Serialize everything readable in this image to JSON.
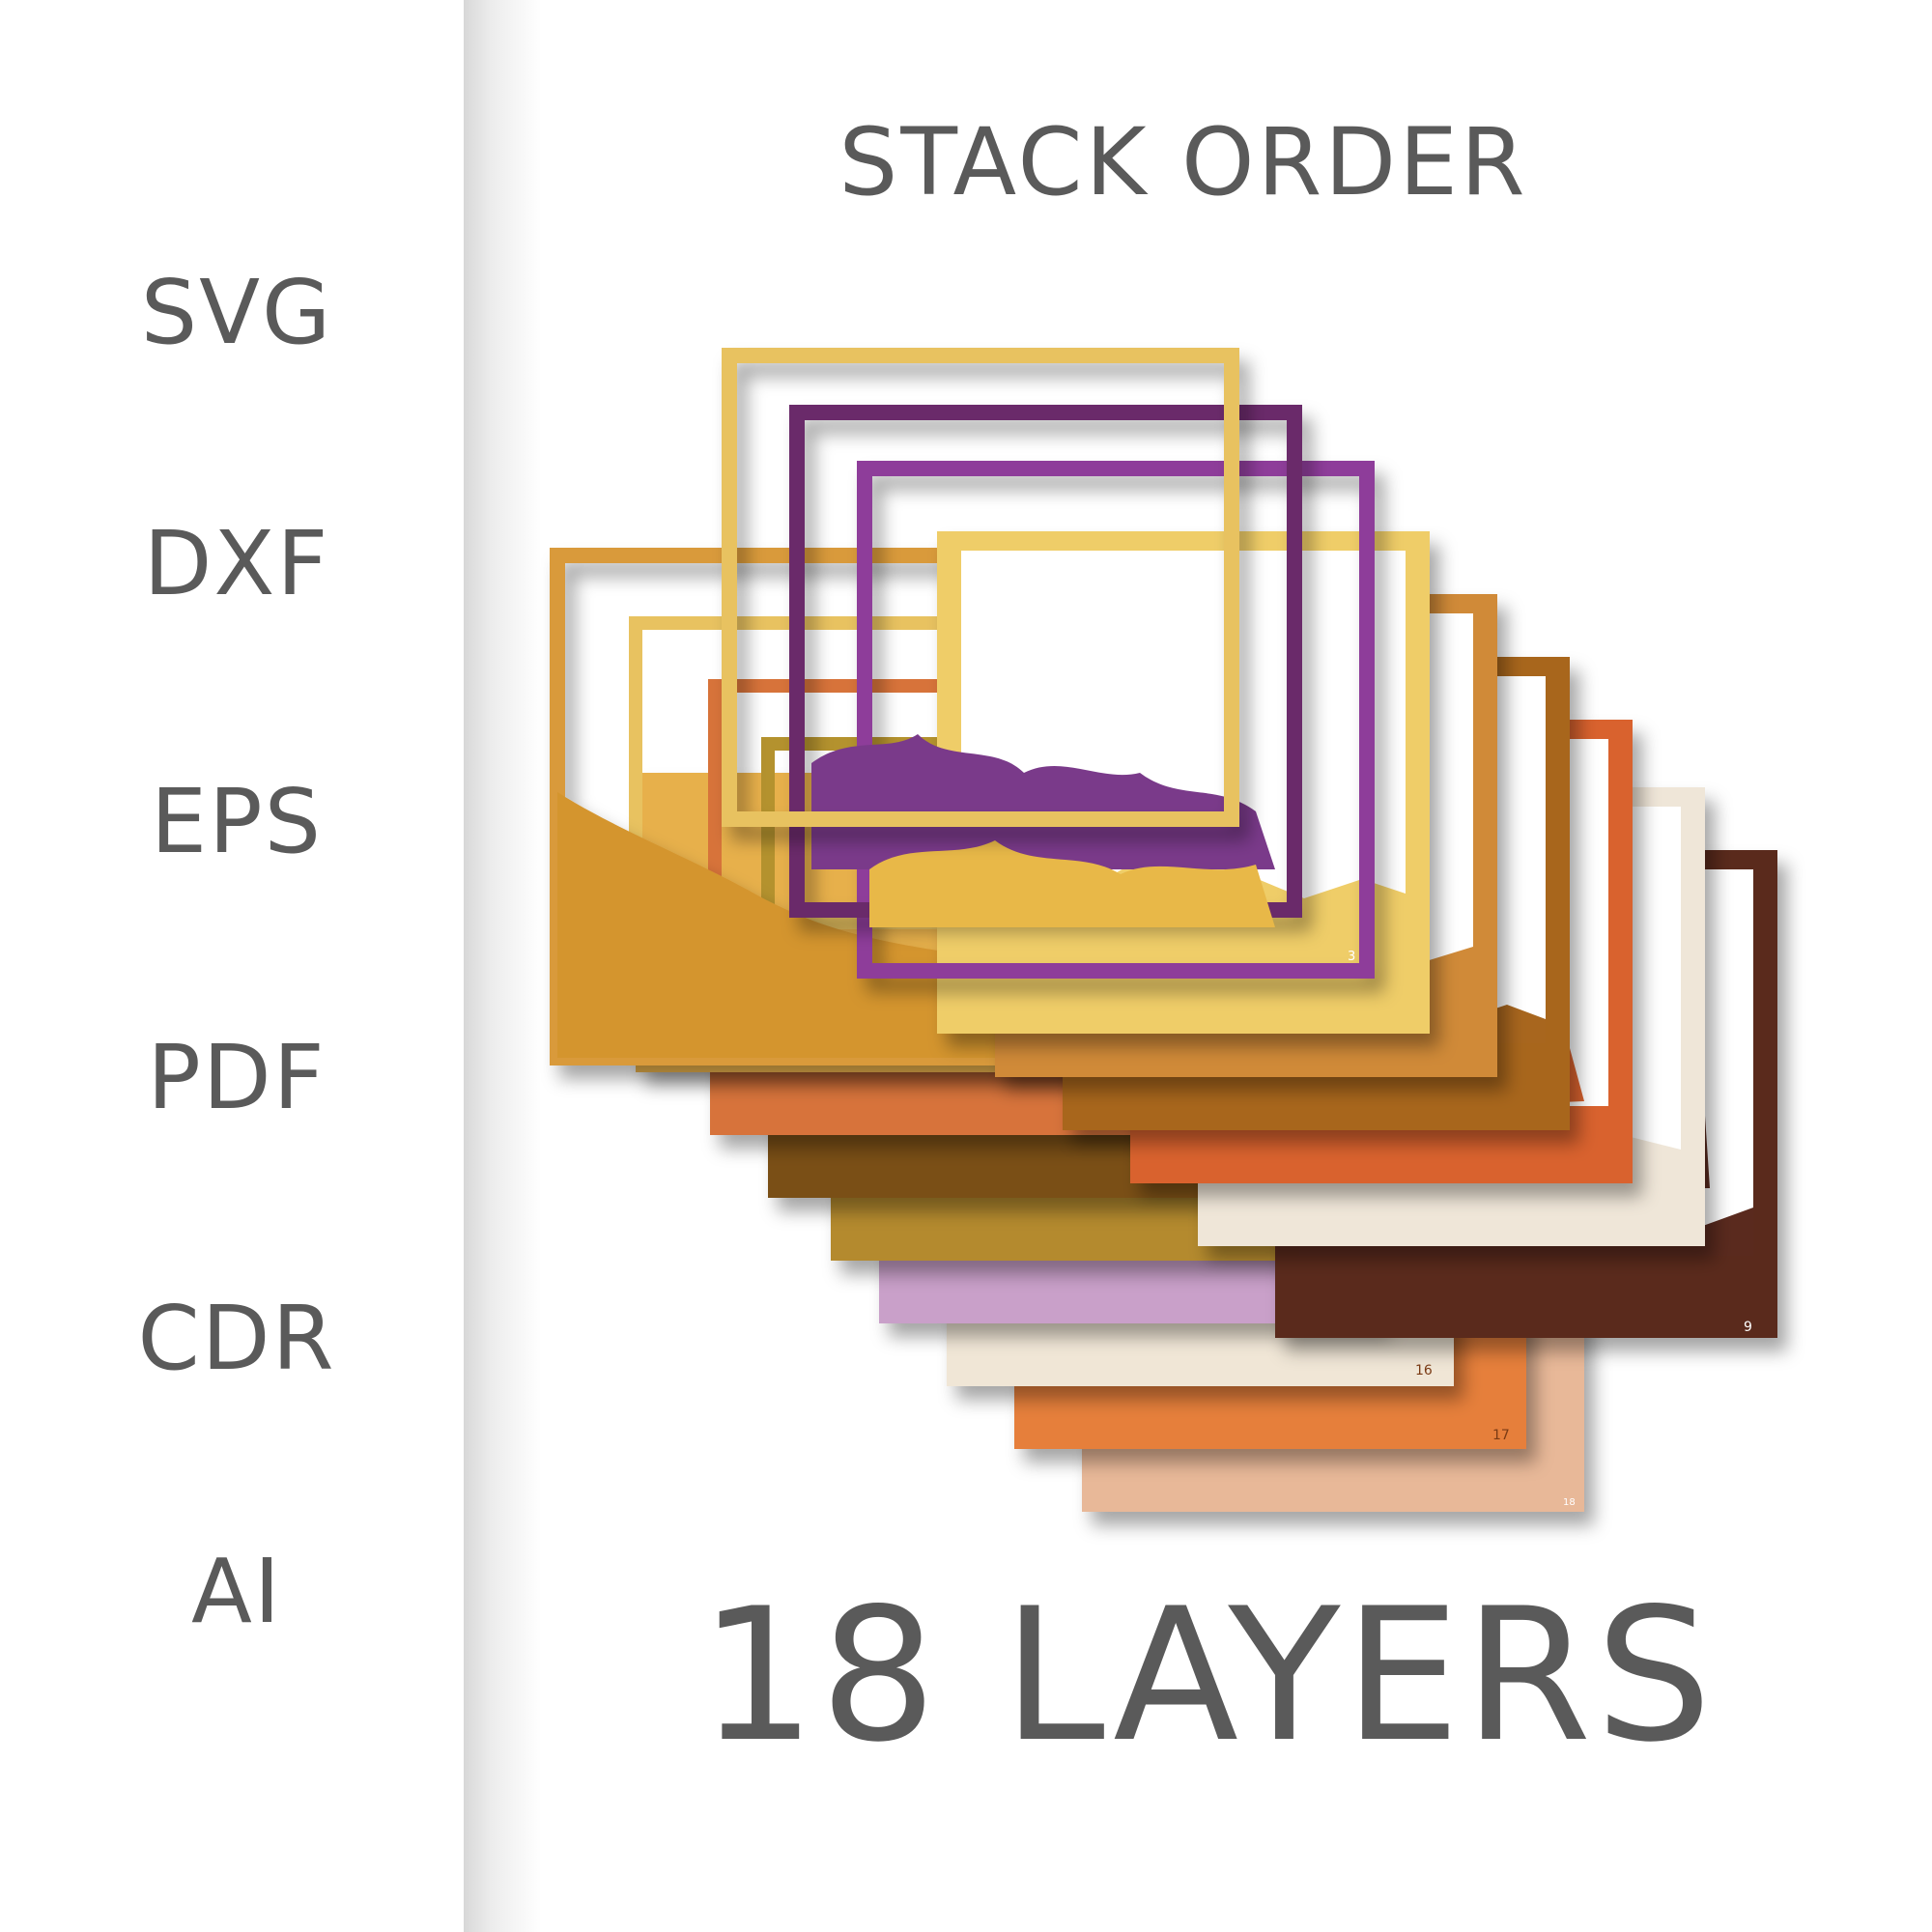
{
  "formats": [
    "SVG",
    "DXF",
    "EPS",
    "PDF",
    "CDR",
    "AI"
  ],
  "title": "STACK ORDER",
  "layers_count": "18 LAYERS",
  "layer_number_labels": [
    "3",
    "9",
    "16",
    "17"
  ],
  "colors": {
    "text": "#5a5a5a",
    "layer_colors": [
      "#d99a3a",
      "#e7b04c",
      "#d7733a",
      "#7a4f18",
      "#b48a2e",
      "#c9a0c9",
      "#f0e6d6",
      "#e67f3a",
      "#e8b898",
      "#e8c260",
      "#6b2b6b",
      "#8e3d9a",
      "#efcd68",
      "#d08a38",
      "#a8661e",
      "#d9622e",
      "#efe6d8",
      "#5a2a1e"
    ]
  }
}
